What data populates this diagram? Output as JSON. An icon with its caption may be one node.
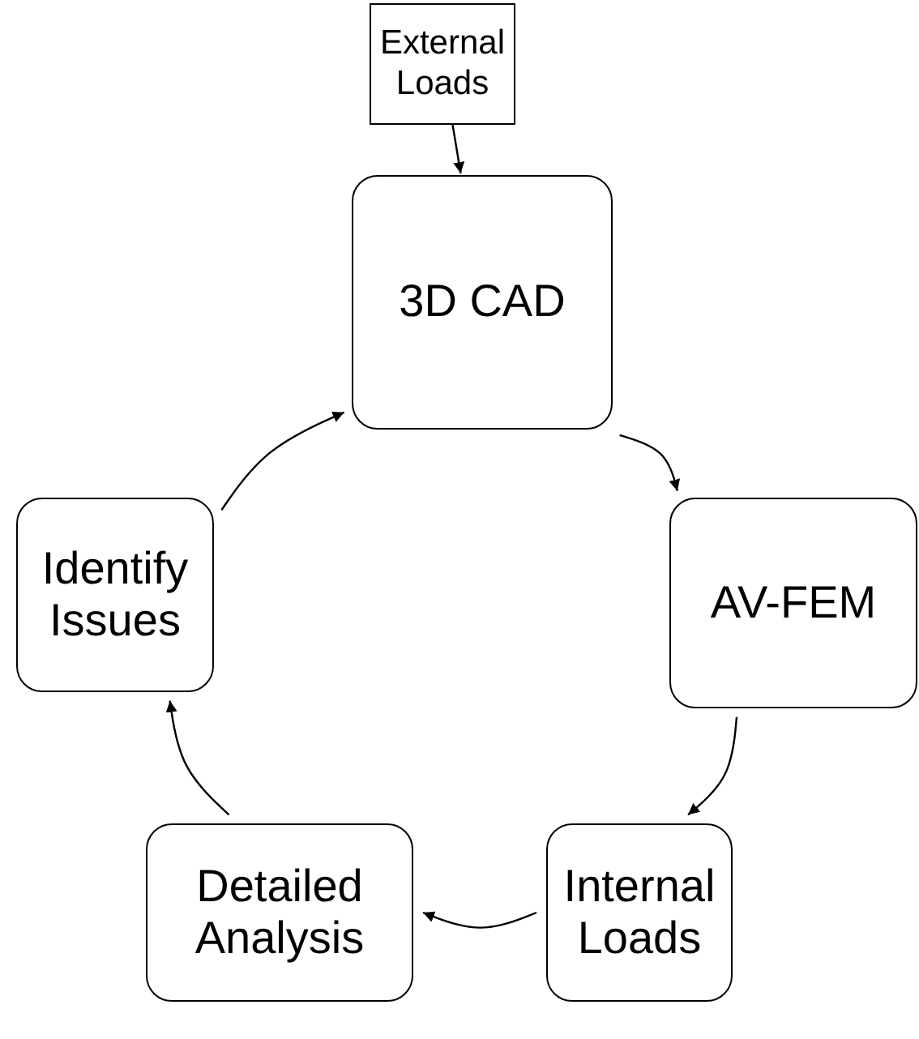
{
  "diagram": {
    "nodes": [
      {
        "text": [
          "External Loads"
        ]
      },
      {
        "text": [
          "3D CAD"
        ]
      },
      {
        "text": [
          "AV-FEM"
        ]
      },
      {
        "text": [
          "Internal Loads"
        ]
      },
      {
        "text": [
          "Detailed Analysis"
        ]
      },
      {
        "text": [
          "Identify Issues"
        ]
      }
    ],
    "edges": [
      {
        "from": 0,
        "to": 1,
        "arrow": "to"
      },
      {
        "from": 1,
        "to": 2,
        "arrow": "to"
      },
      {
        "from": 2,
        "to": 3,
        "arrow": "to"
      },
      {
        "from": 3,
        "to": 4,
        "arrow": "to"
      },
      {
        "from": 4,
        "to": 5,
        "arrow": "to"
      },
      {
        "from": 5,
        "to": 1,
        "arrow": "to"
      }
    ]
  }
}
